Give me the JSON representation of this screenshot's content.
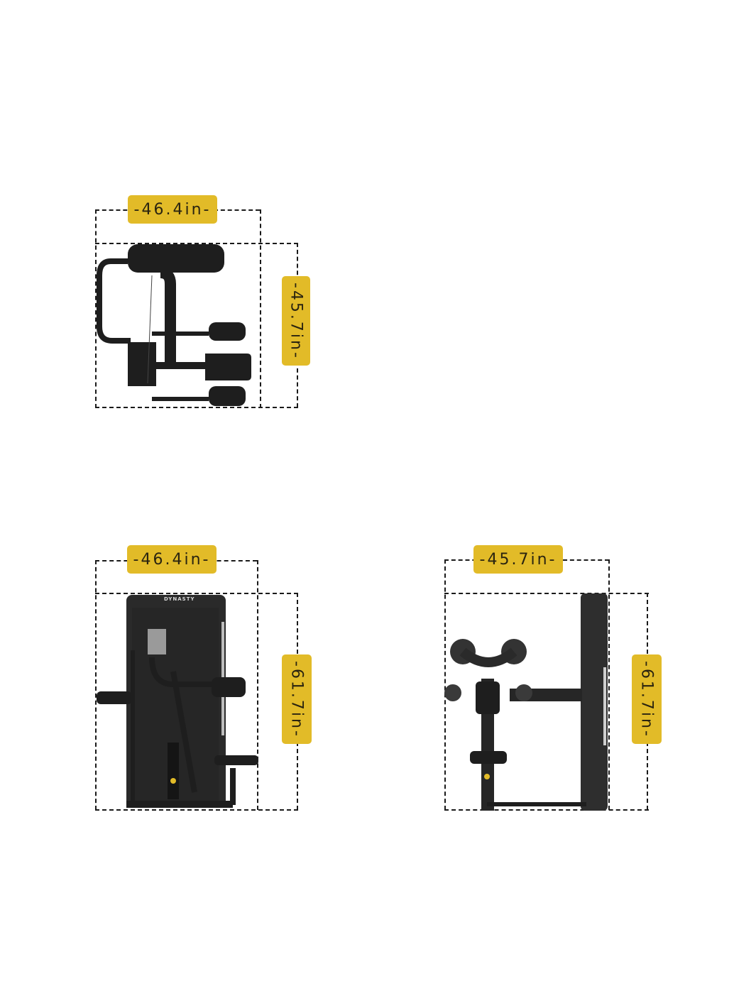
{
  "colors": {
    "label_bg": "#e2bb28",
    "label_text": "#2a2410",
    "dash": "#1a1a1a",
    "machine": "#1e1e1e"
  },
  "views": {
    "top": {
      "width_label": "-46.4in-",
      "depth_label": "-45.7in-"
    },
    "front": {
      "width_label": "-46.4in-",
      "height_label": "-61.7in-",
      "brand": "DYNASTY"
    },
    "side": {
      "depth_label": "-45.7in-",
      "height_label": "-61.7in-"
    }
  }
}
